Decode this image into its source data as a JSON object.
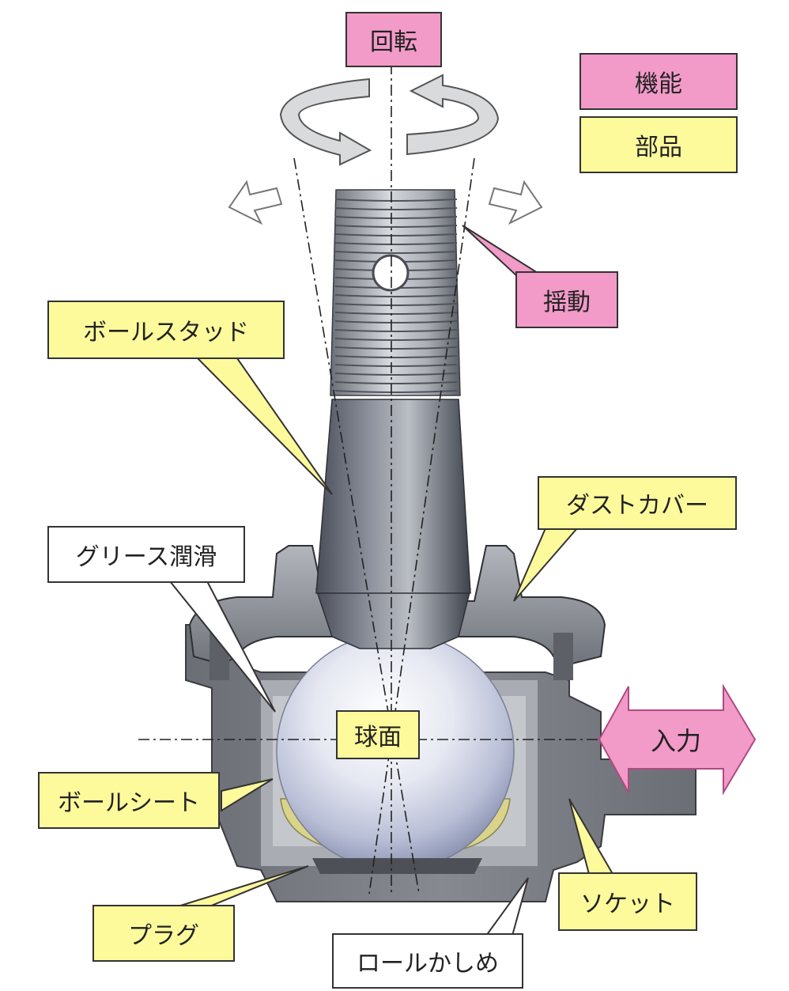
{
  "legend": {
    "function_label": "機能",
    "part_label": "部品",
    "function_color": "#f29ac8",
    "part_color": "#fdfa9c"
  },
  "functions": {
    "rotation": "回転",
    "swing": "揺動",
    "input": "入力"
  },
  "parts": {
    "ball_stud": "ボールスタッド",
    "dust_cover": "ダストカバー",
    "spherical_surface": "球面",
    "ball_seat": "ボールシート",
    "plug": "プラグ",
    "socket": "ソケット"
  },
  "notes": {
    "grease": "グリース潤滑",
    "roll_caulking": "ロールかしめ"
  }
}
